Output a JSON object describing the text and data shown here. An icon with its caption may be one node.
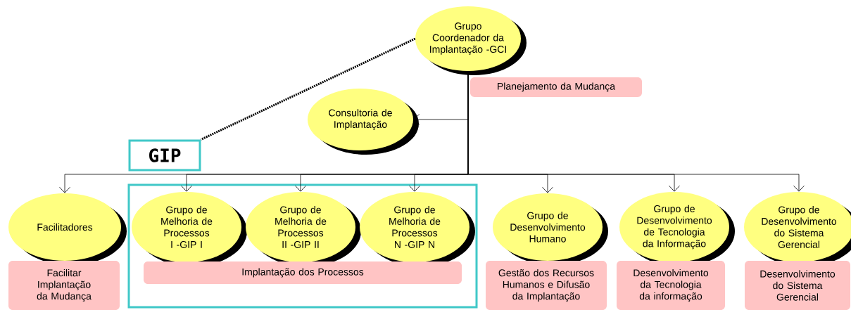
{
  "diagram": {
    "nodes": [
      {
        "text": [
          "Grupo Coordenador da Implantação -GCI"
        ]
      },
      {
        "text": [
          "Planejamento da Mudança"
        ]
      },
      {
        "text": [
          "Consultoria de Implantação"
        ]
      },
      {
        "text": [
          "GIP"
        ]
      },
      {
        "text": [
          "Facilitadores"
        ]
      },
      {
        "text": [
          "Facilitar Implantação da Mudança"
        ]
      },
      {
        "text": [],
        "shape": "box"
      },
      {
        "text": [
          "Grupo de Melhoria de Processos I -GIP I"
        ],
        "in": 6
      },
      {
        "text": [
          "Grupo de Melhoria de Processos II -GIP II"
        ],
        "in": 6
      },
      {
        "text": [
          "Grupo de Melhoria de Processos N -GIP N"
        ],
        "in": 6
      },
      {
        "text": [
          "Implantação dos Processos"
        ],
        "in": 6
      },
      {
        "text": [
          "Grupo de Desenvolvimento Humano"
        ]
      },
      {
        "text": [
          "Gestão dos Recursos Humanos e Difusão da Implantação"
        ]
      },
      {
        "text": [
          "Grupo de Desenvolvimento de Tecnologia da Informação"
        ]
      },
      {
        "text": [
          "Desenvolvimento da Tecnologia da informação"
        ]
      },
      {
        "text": [
          "Grupo de Desenvolvimento do Sistema Gerencial"
        ]
      },
      {
        "text": [
          "Desenvolvimento do Sistema Gerencial"
        ]
      }
    ],
    "edges": [
      {
        "from": 0,
        "to": 2,
        "arrow": "to"
      },
      {
        "from": 0,
        "to": 4,
        "arrow": "to"
      },
      {
        "from": 0,
        "to": 7,
        "arrow": "to"
      },
      {
        "from": 0,
        "to": 8,
        "arrow": "to"
      },
      {
        "from": 0,
        "to": 9,
        "arrow": "to"
      },
      {
        "from": 0,
        "to": 11,
        "arrow": "to"
      },
      {
        "from": 0,
        "to": 13,
        "arrow": "to"
      },
      {
        "from": 0,
        "to": 15,
        "arrow": "to"
      },
      {
        "from": 0,
        "to": 3,
        "arrow": "none",
        "style": "dashed"
      }
    ]
  }
}
